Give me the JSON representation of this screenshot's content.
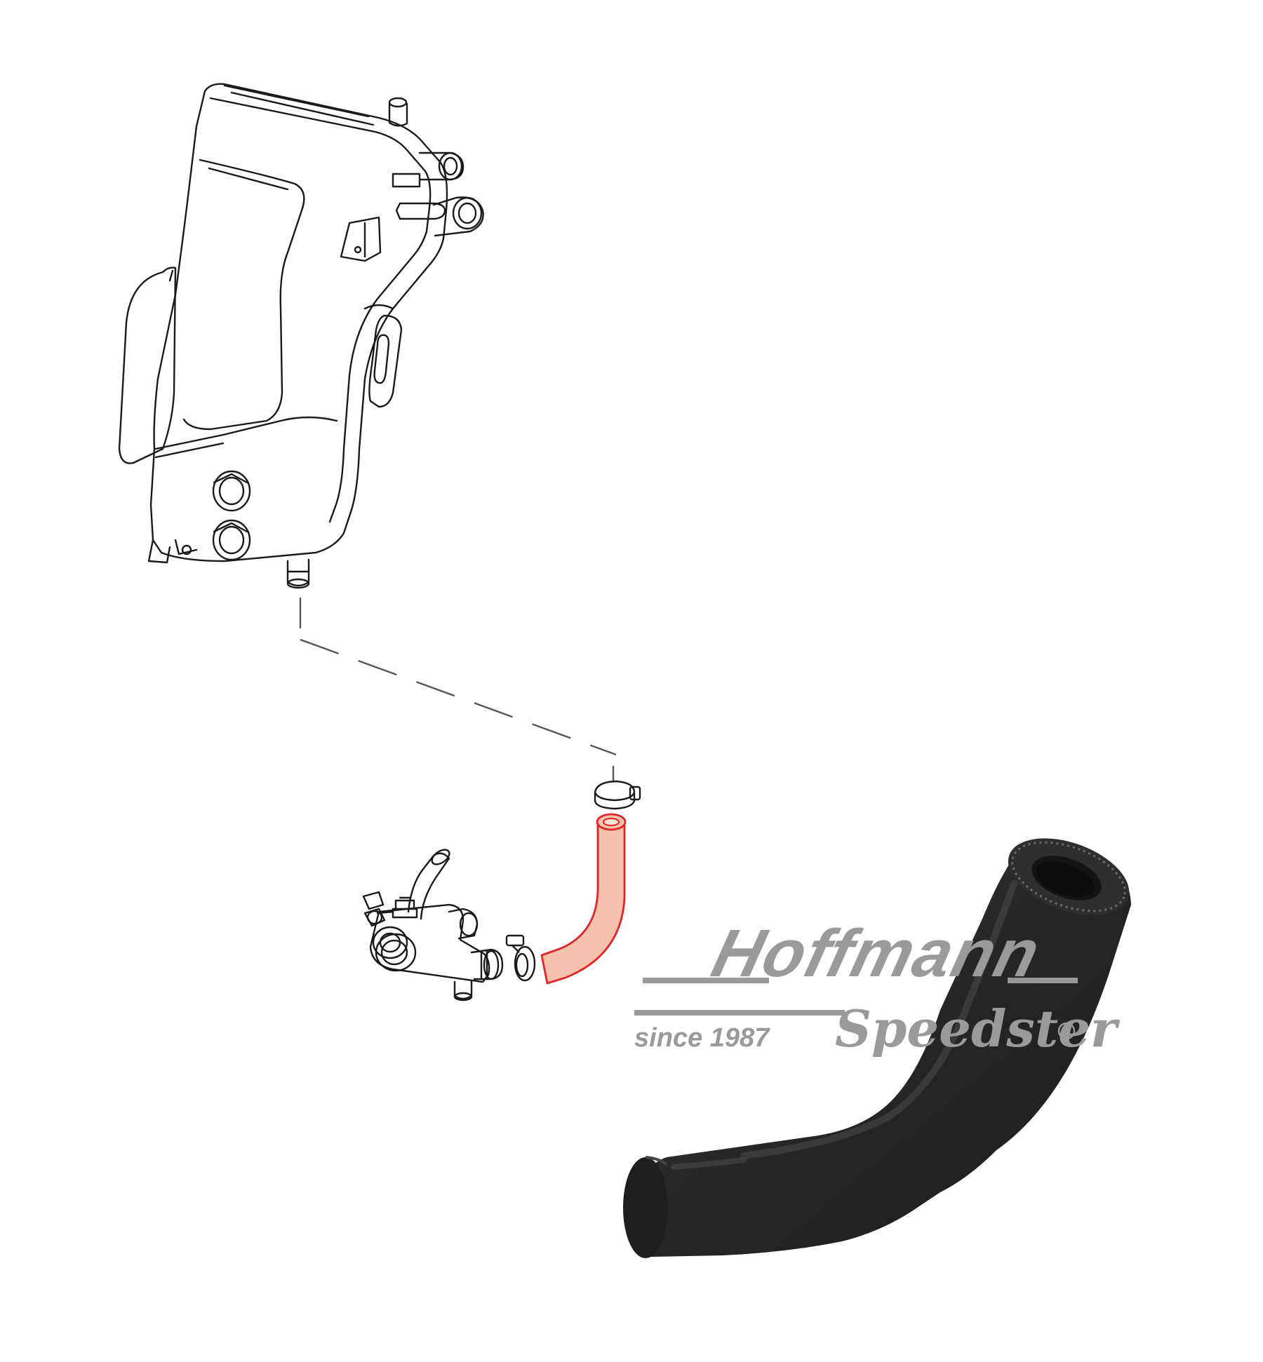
{
  "colors": {
    "line": "#1a1a1a",
    "highlight_fill": "#f6c2ad",
    "highlight_stroke": "#e0262b",
    "logo_gray": "#9a9a9a",
    "hose_dark": "#2a2a2a"
  },
  "watermark": {
    "brand": "Hoffmann",
    "sub": "Speedster",
    "since": "since 1987",
    "registered": "®"
  },
  "parts": {
    "oil_tank": "oil-tank-drawing",
    "hose_highlighted": "oil-hose",
    "thermostat_housing": "oil-thermostat-housing",
    "hose_clamp": "hose-clamp",
    "product_photo": "black-rubber-hose"
  }
}
